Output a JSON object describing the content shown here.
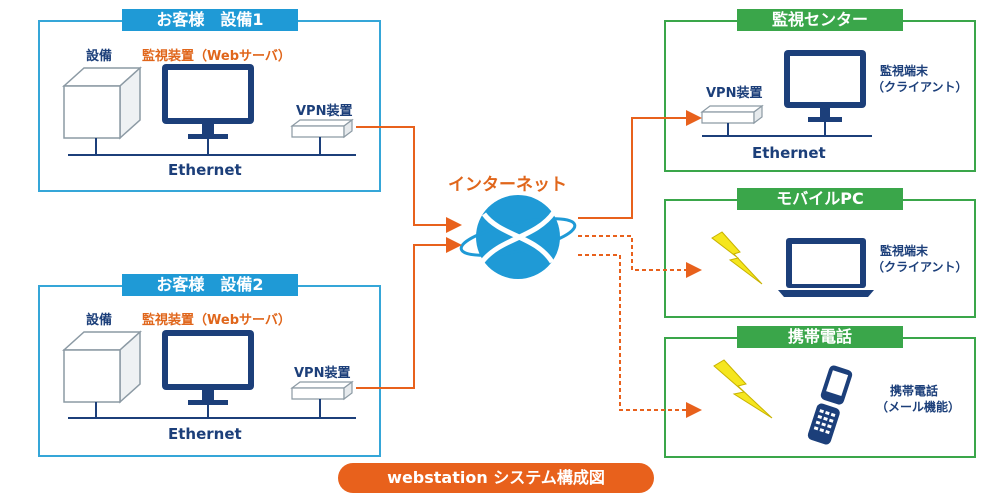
{
  "customer1": {
    "title": "お客様　設備1",
    "equipment_label": "設備",
    "monitor_label": "監視装置（Webサーバ）",
    "vpn_label": "VPN装置",
    "ethernet_label": "Ethernet"
  },
  "customer2": {
    "title": "お客様　設備2",
    "equipment_label": "設備",
    "monitor_label": "監視装置（Webサーバ）",
    "vpn_label": "VPN装置",
    "ethernet_label": "Ethernet"
  },
  "internet": {
    "label": "インターネット"
  },
  "monitoring_center": {
    "title": "監視センター",
    "vpn_label": "VPN装置",
    "terminal_label_1": "監視端末",
    "terminal_label_2": "（クライアント）",
    "ethernet_label": "Ethernet"
  },
  "mobile_pc": {
    "title": "モバイルPC",
    "terminal_label_1": "監視端末",
    "terminal_label_2": "（クライアント）"
  },
  "mobile_phone": {
    "title": "携帯電話",
    "phone_label_1": "携帯電話",
    "phone_label_2": "（メール機能）"
  },
  "footer": {
    "title": "webstation システム構成図"
  },
  "colors": {
    "panel_blue": "#35a6d8",
    "header_blue": "#1f9ad6",
    "panel_green": "#3aa64a",
    "connector_orange": "#e8611c",
    "label_navy": "#1c3f7a",
    "bolt_yellow": "#f5e61e"
  }
}
